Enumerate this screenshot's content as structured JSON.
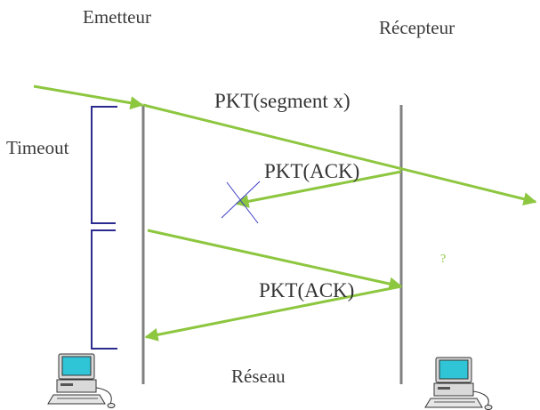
{
  "labels": {
    "sender": "Emetteur",
    "receiver": "Récepteur",
    "timeout": "Timeout",
    "network": "Réseau",
    "pkt_segment": "PKT(segment x)",
    "pkt_ack_lost": "PKT(ACK)",
    "pkt_ack": "PKT(ACK)",
    "question": "?"
  },
  "colors": {
    "arrow": "#8dc63f",
    "timeline": "#808080",
    "bracket": "#2b2b8f",
    "text": "#3a3a3a",
    "lost_mark": "#3c3cc8",
    "question": "#8dc63f"
  },
  "icons": {
    "sender_computer": "desktop-computer-icon",
    "receiver_computer": "desktop-computer-icon"
  }
}
